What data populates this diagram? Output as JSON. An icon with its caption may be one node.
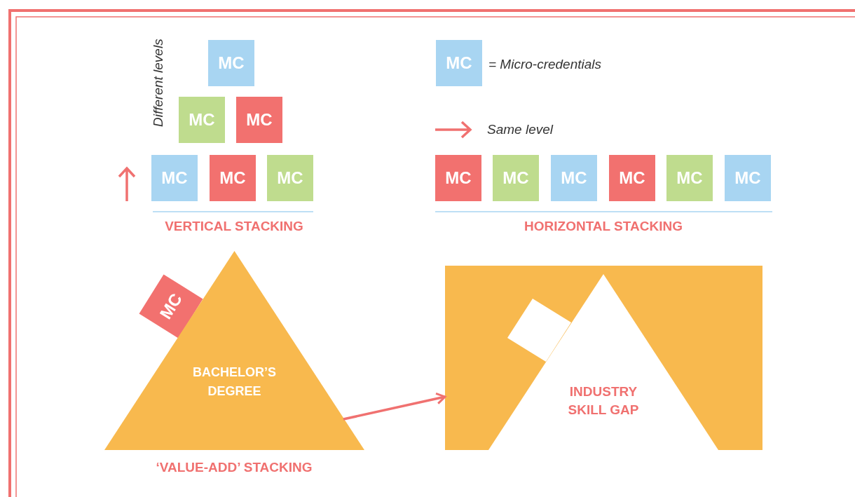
{
  "diagram": {
    "nodes": [
      {
        "text": [
          "MC"
        ]
      },
      {
        "text": [
          "MC"
        ]
      },
      {
        "text": [
          "MC"
        ]
      },
      {
        "text": [
          "MC"
        ]
      },
      {
        "text": [
          "MC"
        ]
      },
      {
        "text": [
          "MC"
        ]
      },
      {
        "text": [
          "MC"
        ]
      },
      {
        "text": [
          "MC"
        ]
      },
      {
        "text": [
          "MC"
        ]
      },
      {
        "text": [
          "MC"
        ]
      },
      {
        "text": [
          "MC"
        ]
      },
      {
        "text": [
          "MC"
        ]
      },
      {
        "text": [
          "MC"
        ]
      },
      {
        "text": [
          "MC"
        ]
      },
      {
        "text": [
          "BACHELOR’S DEGREE"
        ]
      },
      {
        "text": [],
        "shape": "box"
      },
      {
        "text": [
          "INDUSTRY SKILL GAP"
        ],
        "in": 15
      }
    ],
    "edges": [
      {
        "from": 14,
        "to": 15,
        "arrow": "to"
      }
    ],
    "labels": [
      "Different levels",
      "= Micro-credentials",
      "Same level",
      "VERTICAL STACKING",
      "HORIZONTAL STACKING",
      "‘VALUE-ADD’ STACKING"
    ]
  }
}
